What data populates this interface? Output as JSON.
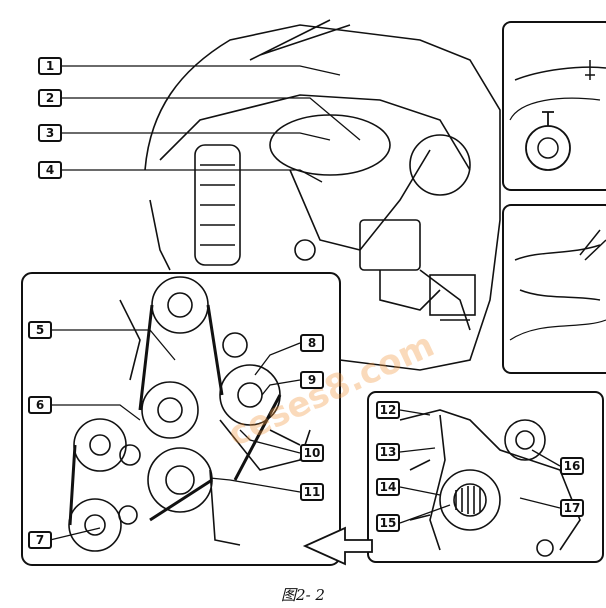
{
  "caption": "图2- 2",
  "watermark": "ceses8.com",
  "callouts": [
    "1",
    "2",
    "3",
    "4",
    "5",
    "6",
    "7",
    "8",
    "9",
    "10",
    "11",
    "12",
    "13",
    "14",
    "15",
    "16",
    "17"
  ],
  "colors": {
    "ink": "#111111",
    "watermark": "#f0963c",
    "accent": "#3aa0e0"
  }
}
